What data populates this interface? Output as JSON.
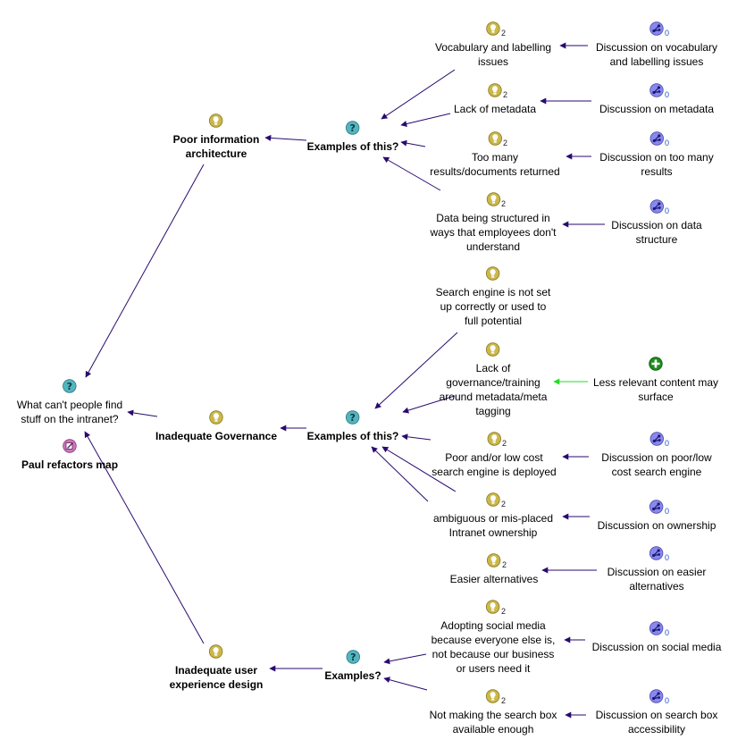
{
  "colors": {
    "link": "#2a0a6e",
    "pro_link": "#22dd22",
    "idea": "#cbb84a",
    "question": "#55b5bf",
    "map": "#cc77bb",
    "reference": "#8888ee",
    "pro": "#1f8a1f"
  },
  "map": {
    "root": {
      "lines": [
        "What can't people find",
        "stuff on the intranet?"
      ]
    },
    "map_node": {
      "label": "Paul refactors map"
    },
    "branches": [
      {
        "title": [
          "Poor information",
          "architecture"
        ],
        "question": "Examples of this?",
        "items": [
          {
            "lines": [
              "Vocabulary and labelling",
              "issues"
            ],
            "count": "2",
            "discussion": {
              "lines": [
                "Discussion on vocabulary",
                "and labelling issues"
              ],
              "count": "0"
            }
          },
          {
            "lines": [
              "Lack of metadata"
            ],
            "count": "2",
            "discussion": {
              "lines": [
                "Discussion on metadata"
              ],
              "count": "0"
            }
          },
          {
            "lines": [
              "Too many",
              "results/documents returned"
            ],
            "count": "2",
            "discussion": {
              "lines": [
                "Discussion on too many",
                "results"
              ],
              "count": "0"
            }
          },
          {
            "lines": [
              "Data being structured in",
              "ways that employees don't",
              "understand"
            ],
            "count": "2",
            "discussion": {
              "lines": [
                "Discussion on data",
                "structure"
              ],
              "count": "0"
            }
          }
        ]
      },
      {
        "title": [
          "Inadequate Governance"
        ],
        "question": "Examples of this?",
        "items": [
          {
            "lines": [
              "Search engine is not set",
              "up correctly or used to",
              "full potential"
            ]
          },
          {
            "lines": [
              "Lack of",
              "governance/training",
              "around metadata/meta",
              "tagging"
            ],
            "pro": {
              "lines": [
                "Less relevant content may",
                "surface"
              ]
            }
          },
          {
            "lines": [
              "Poor and/or low cost",
              "search engine is deployed"
            ],
            "count": "2",
            "discussion": {
              "lines": [
                "Discussion on poor/low",
                "cost search engine"
              ],
              "count": "0"
            }
          },
          {
            "lines": [
              "ambiguous or mis-placed",
              "Intranet ownership"
            ],
            "count": "2",
            "discussion": {
              "lines": [
                "Discussion on ownership"
              ],
              "count": "0"
            }
          },
          {
            "lines": [
              "Easier alternatives"
            ],
            "count": "2",
            "discussion": {
              "lines": [
                "Discussion on easier",
                "alternatives"
              ],
              "count": "0"
            }
          }
        ]
      },
      {
        "title": [
          "Inadequate user",
          "experience design"
        ],
        "question": "Examples?",
        "items": [
          {
            "lines": [
              "Adopting social media",
              "because everyone else is,",
              "not because our business",
              "or users need it"
            ],
            "count": "2",
            "discussion": {
              "lines": [
                "Discussion on social media"
              ],
              "count": "0"
            }
          },
          {
            "lines": [
              "Not making the search box",
              "available enough"
            ],
            "count": "2",
            "discussion": {
              "lines": [
                "Discussion on search box",
                "accessibility"
              ],
              "count": "0"
            }
          }
        ]
      }
    ]
  }
}
